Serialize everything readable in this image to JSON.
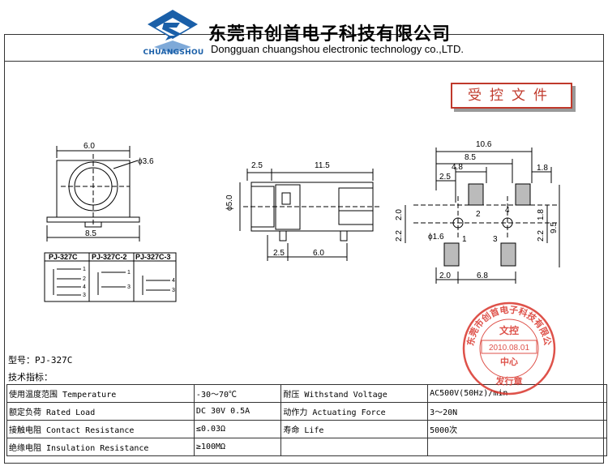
{
  "header": {
    "company_cn": "东莞市创首电子科技有限公司",
    "company_en": "Dongguan chuangshou electronic technology co.,LTD.",
    "brand": "CHUANGSHOU",
    "logo_icon": "chuangshou-s-logo-icon",
    "brand_color": "#1a5fa8"
  },
  "controlled_doc": {
    "label": "受控文件",
    "color": "#c0392b"
  },
  "drawing": {
    "front": {
      "width": "6.0",
      "base": "8.5",
      "hole": "ϕ3.6"
    },
    "side": {
      "length": "11.5",
      "left": "2.5",
      "height": "ϕ5.0",
      "bottom_left": "2.5",
      "bottom_span": "6.0"
    },
    "pcb": {
      "top_total": "10.6",
      "top_8_5": "8.5",
      "top_4_8": "4.8",
      "top_2_5": "2.5",
      "top_1_8": "1.8",
      "left_2_0": "2.0",
      "left_2_2": "2.2",
      "right_1_8": "1.8",
      "right_2_2": "2.2",
      "right_9_5": "9.5",
      "hole": "ϕ1.6",
      "bottom_2_0": "2.0",
      "bottom_6_8": "6.8",
      "pin1": "1",
      "pin2": "2",
      "pin3": "3",
      "pin4": "4"
    },
    "schematic": {
      "col1": "PJ-327C",
      "col2": "PJ-327C-2",
      "col3": "PJ-327C-3",
      "p1": "1",
      "p2": "2",
      "p3": "3",
      "p4": "4"
    }
  },
  "model_line": "型号：PJ-327C",
  "spec_title": "技术指标：",
  "specs": [
    [
      "使用温度范围 Temperature",
      "-30～70℃",
      "耐压 Withstand Voltage",
      "AC500V(50Hz)/min"
    ],
    [
      "额定负荷 Rated Load",
      "DC 30V 0.5A",
      "动作力 Actuating Force",
      "3～20N"
    ],
    [
      "接触电阻 Contact Resistance",
      "≤0.03Ω",
      "寿命 Life",
      "5000次"
    ],
    [
      "绝缘电阻 Insulation Resistance",
      "≥100MΩ",
      "",
      ""
    ]
  ],
  "stamp": {
    "ring": "东莞市创首电子科技有限公司",
    "middle": "文控",
    "date": "2010.08.01",
    "center": "中心",
    "bottom": "发行章",
    "color": "#d9342b"
  }
}
